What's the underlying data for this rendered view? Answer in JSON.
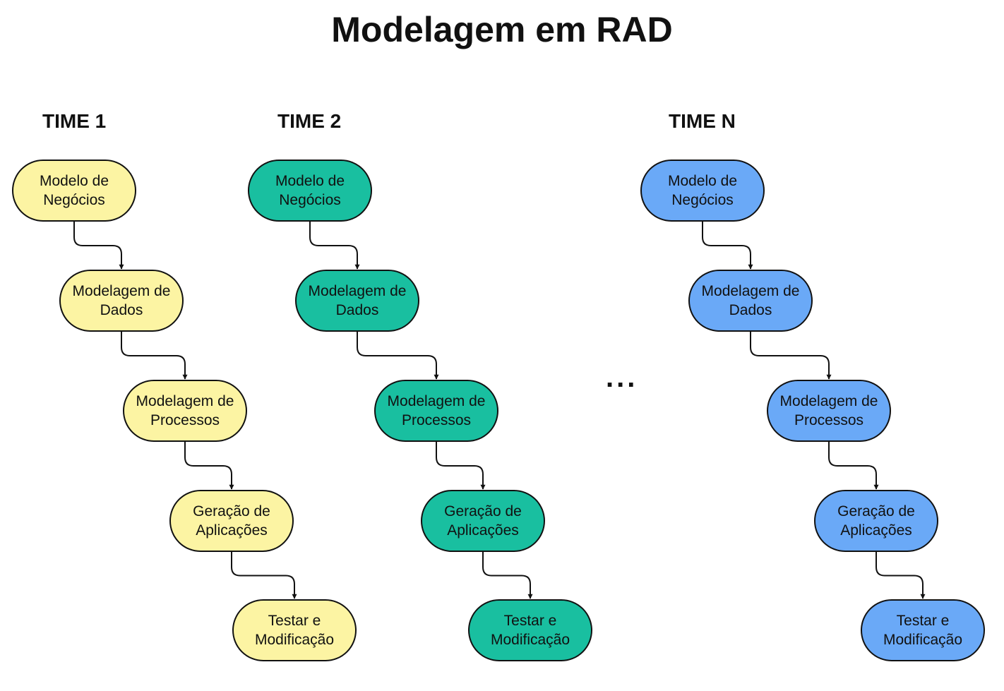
{
  "title": "Modelagem em RAD",
  "ellipsis": "...",
  "teams": [
    {
      "name": "TIME 1",
      "fill": "#fcf4a3",
      "steps": [
        "Modelo de Negócios",
        "Modelagem de Dados",
        "Modelagem de Processos",
        "Geração de Aplicações",
        "Testar e Modificação"
      ]
    },
    {
      "name": "TIME 2",
      "fill": "#19bfa0",
      "steps": [
        "Modelo de Negócios",
        "Modelagem de Dados",
        "Modelagem de Processos",
        "Geração de Aplicações",
        "Testar e Modificação"
      ]
    },
    {
      "name": "TIME N",
      "fill": "#6aa9f7",
      "steps": [
        "Modelo de Negócios",
        "Modelagem de Dados",
        "Modelagem de Processos",
        "Geração de Aplicações",
        "Testar e Modificação"
      ]
    }
  ]
}
